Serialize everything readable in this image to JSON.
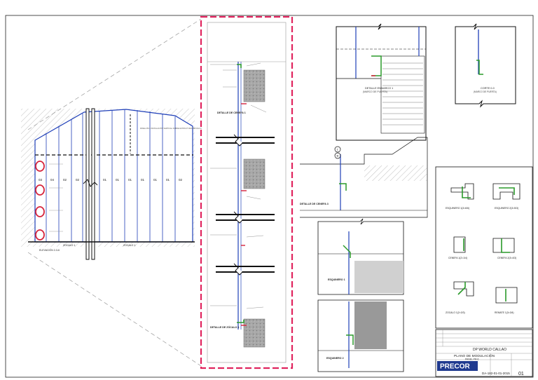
{
  "elevation": {
    "panel_codes": [
      "03",
      "04",
      "02",
      "02",
      "01",
      "01",
      "01",
      "01",
      "01",
      "01",
      "02"
    ],
    "zocalo_left": "ZOCALO 1",
    "zocalo_right": "ZOCALO 1",
    "bottom_label": "ELEVACIÓN 2-3-6",
    "note": "PANEL PR-6 INSTALACIÓN VERTICAL SOBRE ESTRUCTURA METÁLICA"
  },
  "section": {
    "labels": [
      "DETALLE DE CENEFA 1",
      "DETALLE DE ZÓCALO 1"
    ]
  },
  "top_detail": {
    "title": "DETALLE ENMARCO 1",
    "subtitle": "(MARCO DE PUERTA)"
  },
  "top_right_detail": {
    "title": "CORTE 0-0",
    "subtitle": "(MARCO DE PUERTA)"
  },
  "mid_detail": {
    "label": "DETALLE DE CENEFA 3",
    "circles": [
      "1",
      "B"
    ]
  },
  "low_details": {
    "upper_label": "ESQUINERO 1",
    "lower_label": "ESQUINERO 2"
  },
  "legend_panel": {
    "items": [
      "ESQUINERO 1(3=6/6)",
      "ESQUINERO 2(3=5/3)",
      "CENEFA 1(2=1/4)",
      "CENEFA 2(3=4/3)",
      "ZOCALO 1(2=3/3)",
      "REMATE 1(3=3/4)"
    ]
  },
  "title_block": {
    "project": "DP WORLD CALLAO",
    "sheet_title": "PLANO DE MODULACIÓN",
    "panel": "PANEL PR-6",
    "logo": "PRECOR",
    "code": "DA-182-01-01-2015",
    "sheet_number": "01"
  }
}
